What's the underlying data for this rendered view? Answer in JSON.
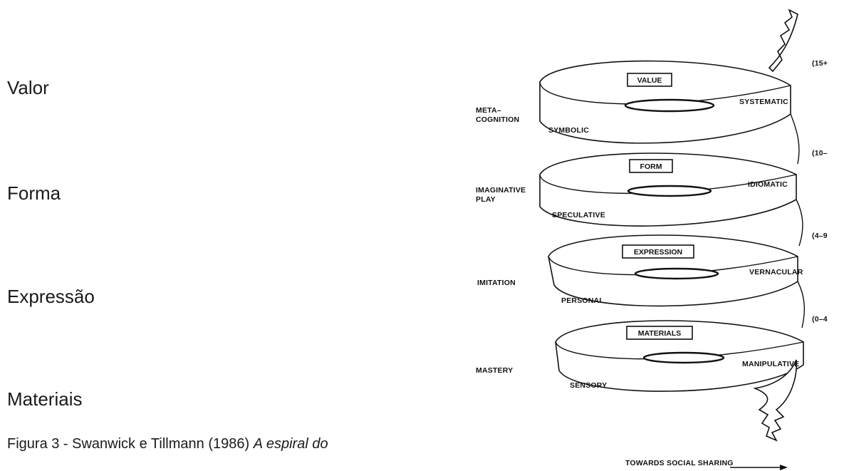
{
  "left_labels": [
    "Valor",
    "Forma",
    "Expressão",
    "Materiais"
  ],
  "caption": {
    "text": "Figura 3 - Swanwick e Tillmann (1986) ",
    "italic": "A espiral do"
  },
  "diagram": {
    "layers": [
      {
        "box": "VALUE",
        "left_label": "SYMBOLIC",
        "right_label": "SYSTEMATIC",
        "outer": "META–\nCOGNITION",
        "age": "(15+"
      },
      {
        "box": "FORM",
        "left_label": "SPECULATIVE",
        "right_label": "IDIOMATIC",
        "outer": "IMAGINATIVE\nPLAY",
        "age": "(10–"
      },
      {
        "box": "EXPRESSION",
        "left_label": "PERSONAL",
        "right_label": "VERNACULAR",
        "outer": "IMITATION",
        "age": "(4–9"
      },
      {
        "box": "MATERIALS",
        "left_label": "SENSORY",
        "right_label": "MANIPULATIVE",
        "outer": "MASTERY",
        "age": "(0–4"
      }
    ],
    "bottom_label": "TOWARDS SOCIAL SHARING"
  }
}
